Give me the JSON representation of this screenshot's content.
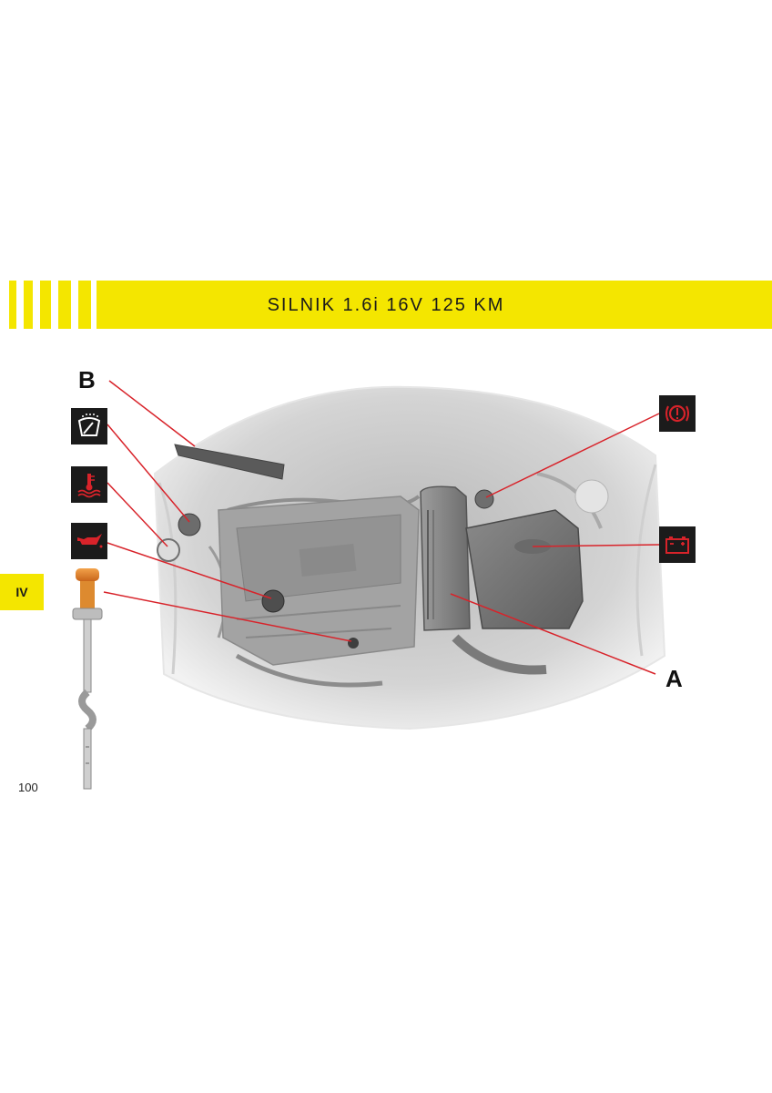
{
  "header": {
    "title": "SILNIK 1.6i 16V 125 KM"
  },
  "chapter_tab": {
    "label": "IV"
  },
  "page": {
    "number": "100"
  },
  "callouts": {
    "a": "A",
    "b": "B"
  },
  "colors": {
    "accent_yellow": "#f4e600",
    "leader_red": "#d8232a",
    "icon_bg": "#1b1b1b"
  },
  "icons": [
    "windscreen-washer-icon",
    "coolant-temperature-icon",
    "oil-pressure-icon",
    "brake-fluid-icon",
    "battery-icon"
  ]
}
